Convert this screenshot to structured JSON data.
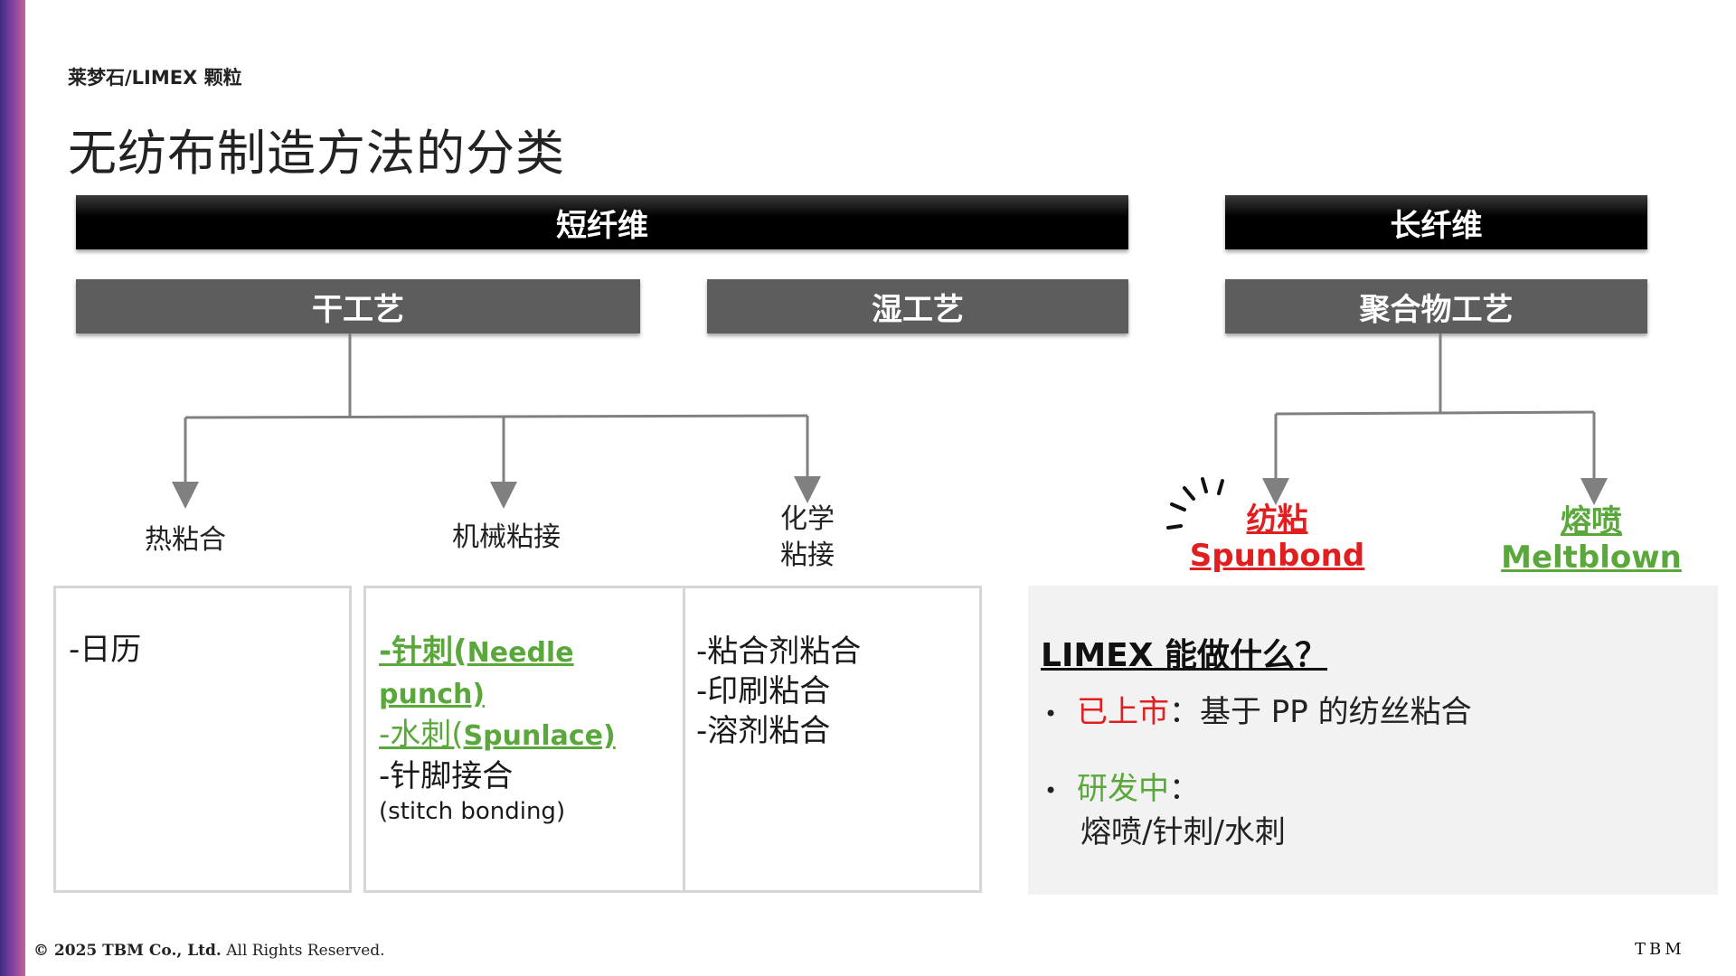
{
  "header": {
    "subheading": "莱梦石/LIMEX 颗粒",
    "title": "无纺布制造方法的分类"
  },
  "categories": {
    "short_fiber": "短纤维",
    "long_fiber": "长纤维",
    "dry_process": "干工艺",
    "wet_process": "湿工艺",
    "polymer_process": "聚合物工艺"
  },
  "methods": {
    "thermal": "热粘合",
    "mechanical": "机械粘接",
    "chemical_line1": "化学",
    "chemical_line2": "粘接",
    "spunbond_cn": "纺粘",
    "spunbond_en": "Spunbond",
    "meltblown_cn": "熔喷",
    "meltblown_en": "Meltblown"
  },
  "boxes": {
    "thermal_items": [
      "-日历"
    ],
    "needle_cn": "-针刺(",
    "needle_en": "Needle punch)",
    "spunlace_cn": "-水刺(",
    "spunlace_en": "Spunlace)",
    "stitch_cn": "-针脚接合",
    "stitch_en": "(stitch bonding)",
    "chemical_items": [
      "-粘合剂粘合",
      "-印刷粘合",
      "-溶剂粘合"
    ]
  },
  "limex_panel": {
    "title": "LIMEX 能做什么？",
    "bullet1_status": "已上市",
    "bullet1_text": "：基于 PP 的纺丝粘合",
    "bullet2_status": "研发中",
    "bullet2_colon": "：",
    "bullet2_text": "熔喷/针刺/水刺"
  },
  "footer": {
    "copyright_bold": "© 2025 TBM Co., Ltd.",
    "copyright_rest": " All Rights Reserved.",
    "logo": "TBM"
  },
  "colors": {
    "accent_red": "#e02020",
    "accent_green": "#5aa83c",
    "bar_dark": "#000000",
    "bar_gray": "#5d5d5d"
  }
}
